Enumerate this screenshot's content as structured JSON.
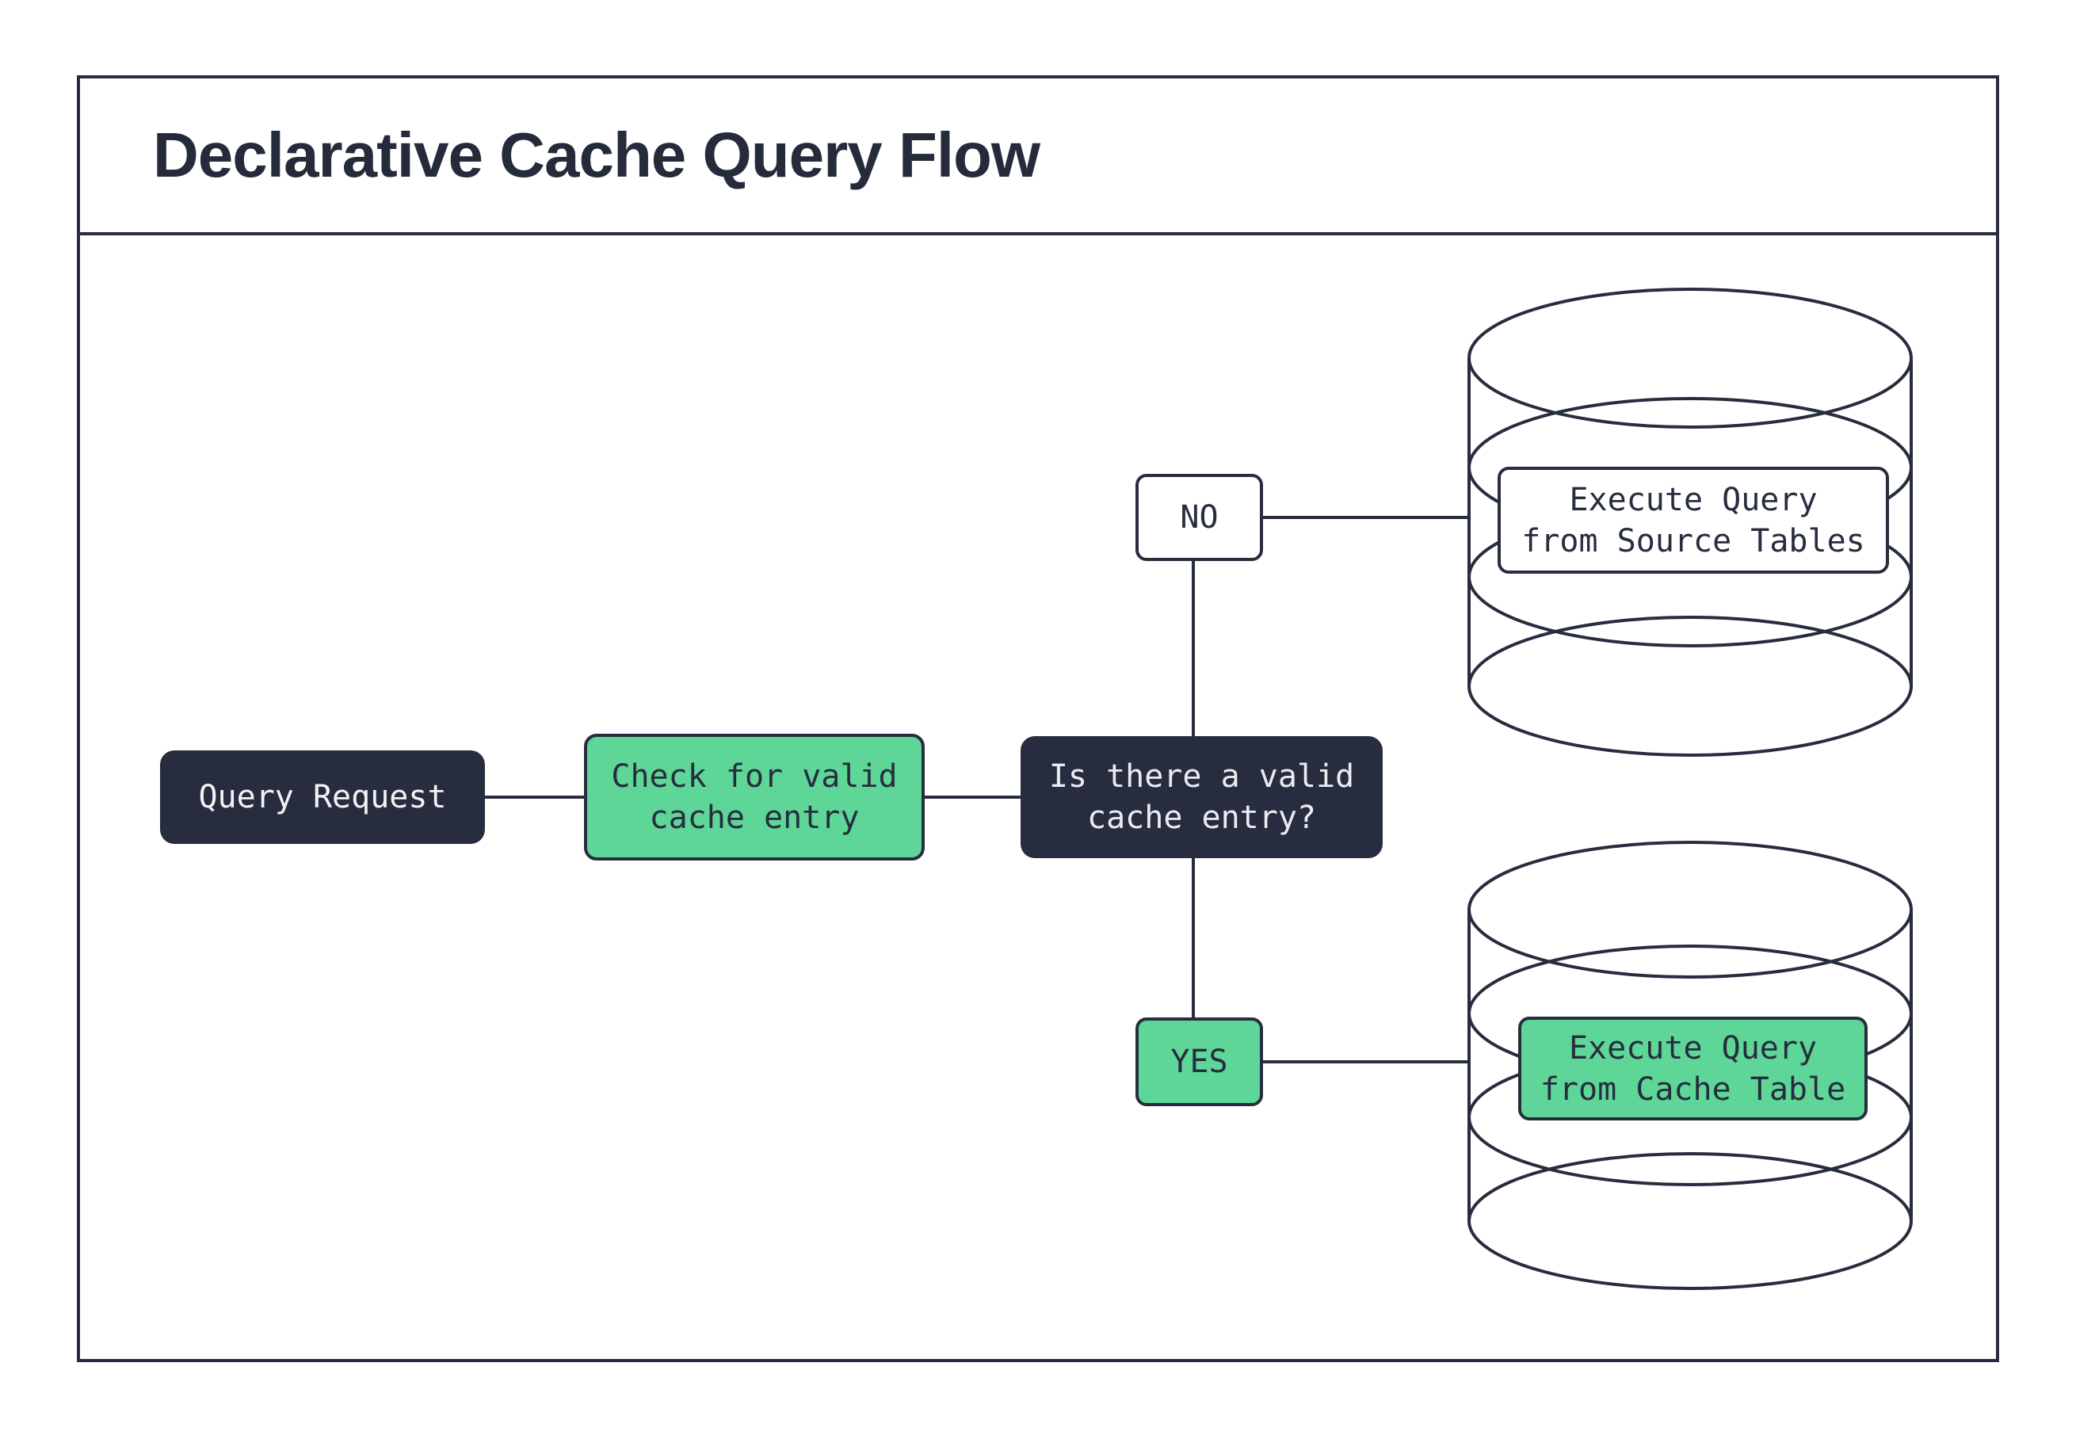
{
  "title": "Declarative Cache Query Flow",
  "colors": {
    "ink_navy": "#272d3e",
    "accent_green": "#5dd697",
    "box_text_light": "#f2f3f5",
    "background": "#ffffff"
  },
  "nodes": {
    "query_request": {
      "label": "Query Request"
    },
    "check_cache": {
      "line1": "Check for valid",
      "line2": "cache entry"
    },
    "decision": {
      "line1": "Is there a valid",
      "line2": "cache entry?"
    },
    "branch_no": {
      "label": "NO"
    },
    "branch_yes": {
      "label": "YES"
    },
    "source_db": {
      "line1": "Execute Query",
      "line2": "from Source Tables"
    },
    "cache_db": {
      "line1": "Execute Query",
      "line2": "from Cache Table"
    }
  }
}
